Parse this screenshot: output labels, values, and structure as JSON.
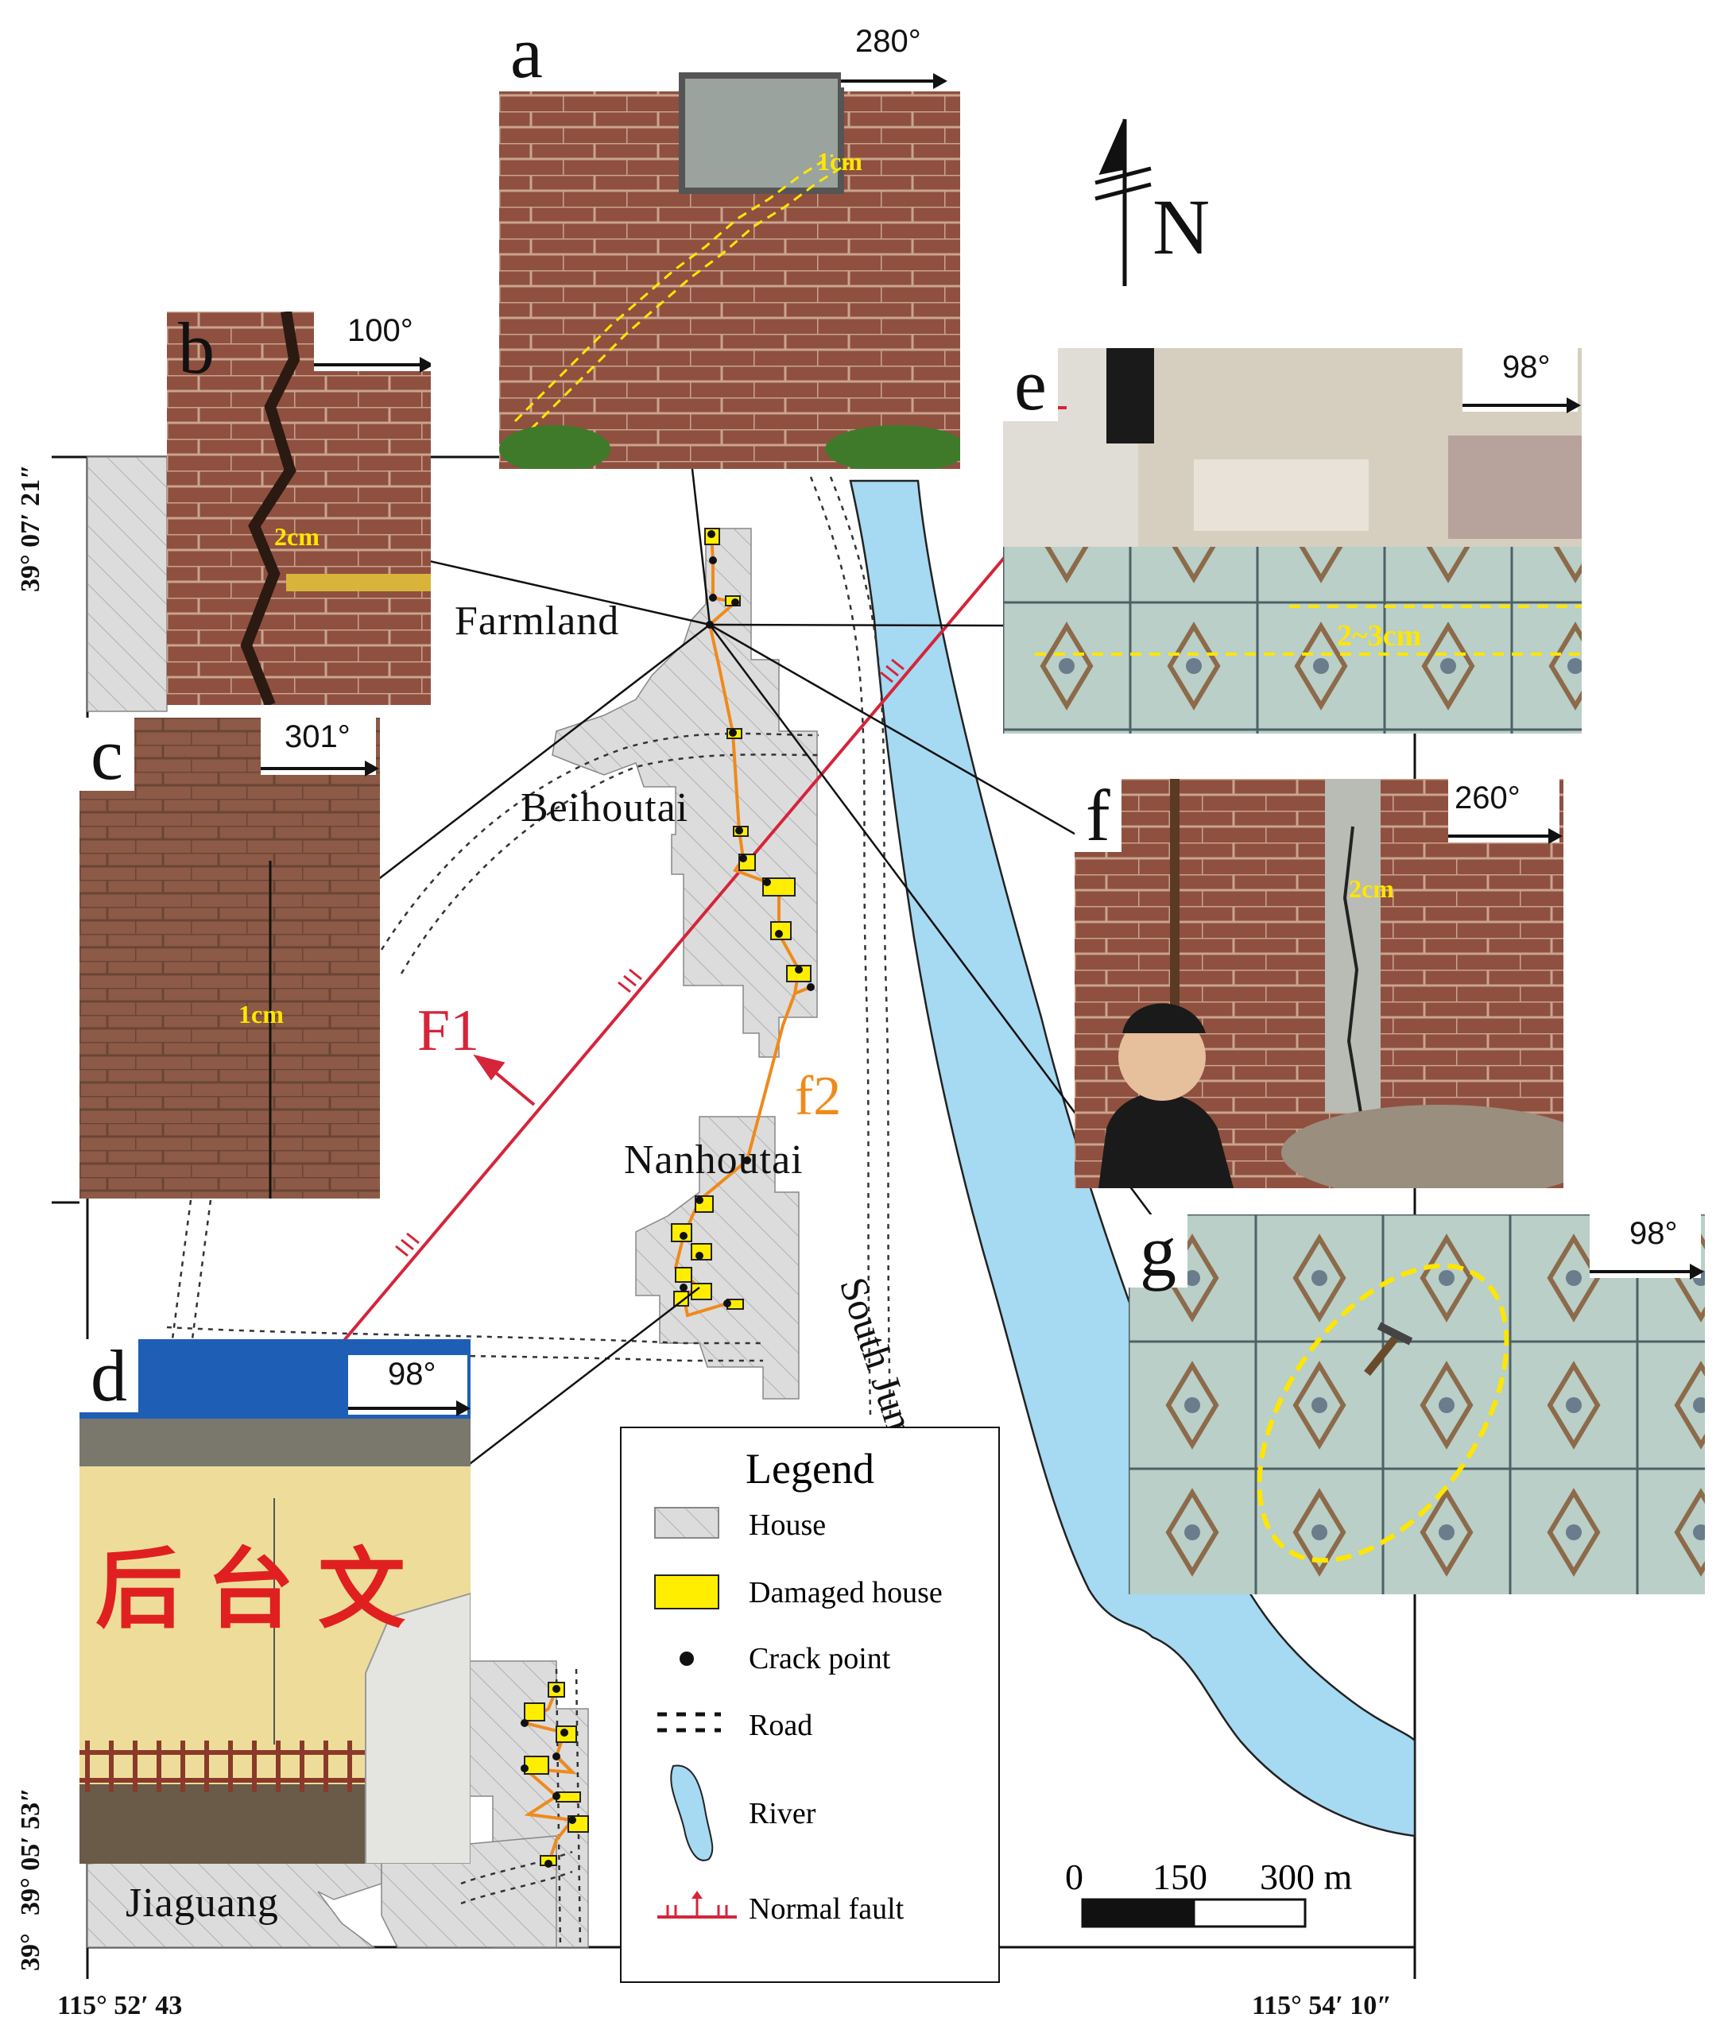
{
  "map": {
    "places": [
      "Farmland",
      "Beihoutai",
      "Nanhoutai",
      "Jiaguang"
    ],
    "river_label": "South Juma River",
    "fault_main_label": "F1",
    "fault_secondary_label": "f2",
    "north_label": "N",
    "coords": {
      "lat_top": "39° 07′ 21″",
      "lat_bottom": "39° 05′ 53″",
      "lat_corner": "39°",
      "lon_left": "115° 52′ 43",
      "lon_right": "115° 54′ 10″"
    },
    "scale_bar": {
      "labels": [
        "0",
        "150",
        "300 m"
      ]
    }
  },
  "photos": [
    {
      "letter": "a",
      "bearing": "280°",
      "measure": "1cm"
    },
    {
      "letter": "b",
      "bearing": "100°",
      "measure": "2cm"
    },
    {
      "letter": "c",
      "bearing": "301°",
      "measure": "1cm"
    },
    {
      "letter": "d",
      "bearing": "98°",
      "sign_text": "后台文"
    },
    {
      "letter": "e",
      "bearing": "98°",
      "measure": "2~3cm"
    },
    {
      "letter": "f",
      "bearing": "260°",
      "measure": "2cm"
    },
    {
      "letter": "g",
      "bearing": "98°"
    }
  ],
  "legend": {
    "title": "Legend",
    "items": [
      "House",
      "Damaged house",
      "Crack point",
      "Road",
      "River",
      "Normal fault"
    ]
  },
  "colors": {
    "river": "#a6d9f2",
    "fault": "#d6243a",
    "crack_line": "#ef8a1b",
    "damaged": "#ffee00",
    "house": "#dcdcdc",
    "measure": "#ffe600"
  }
}
